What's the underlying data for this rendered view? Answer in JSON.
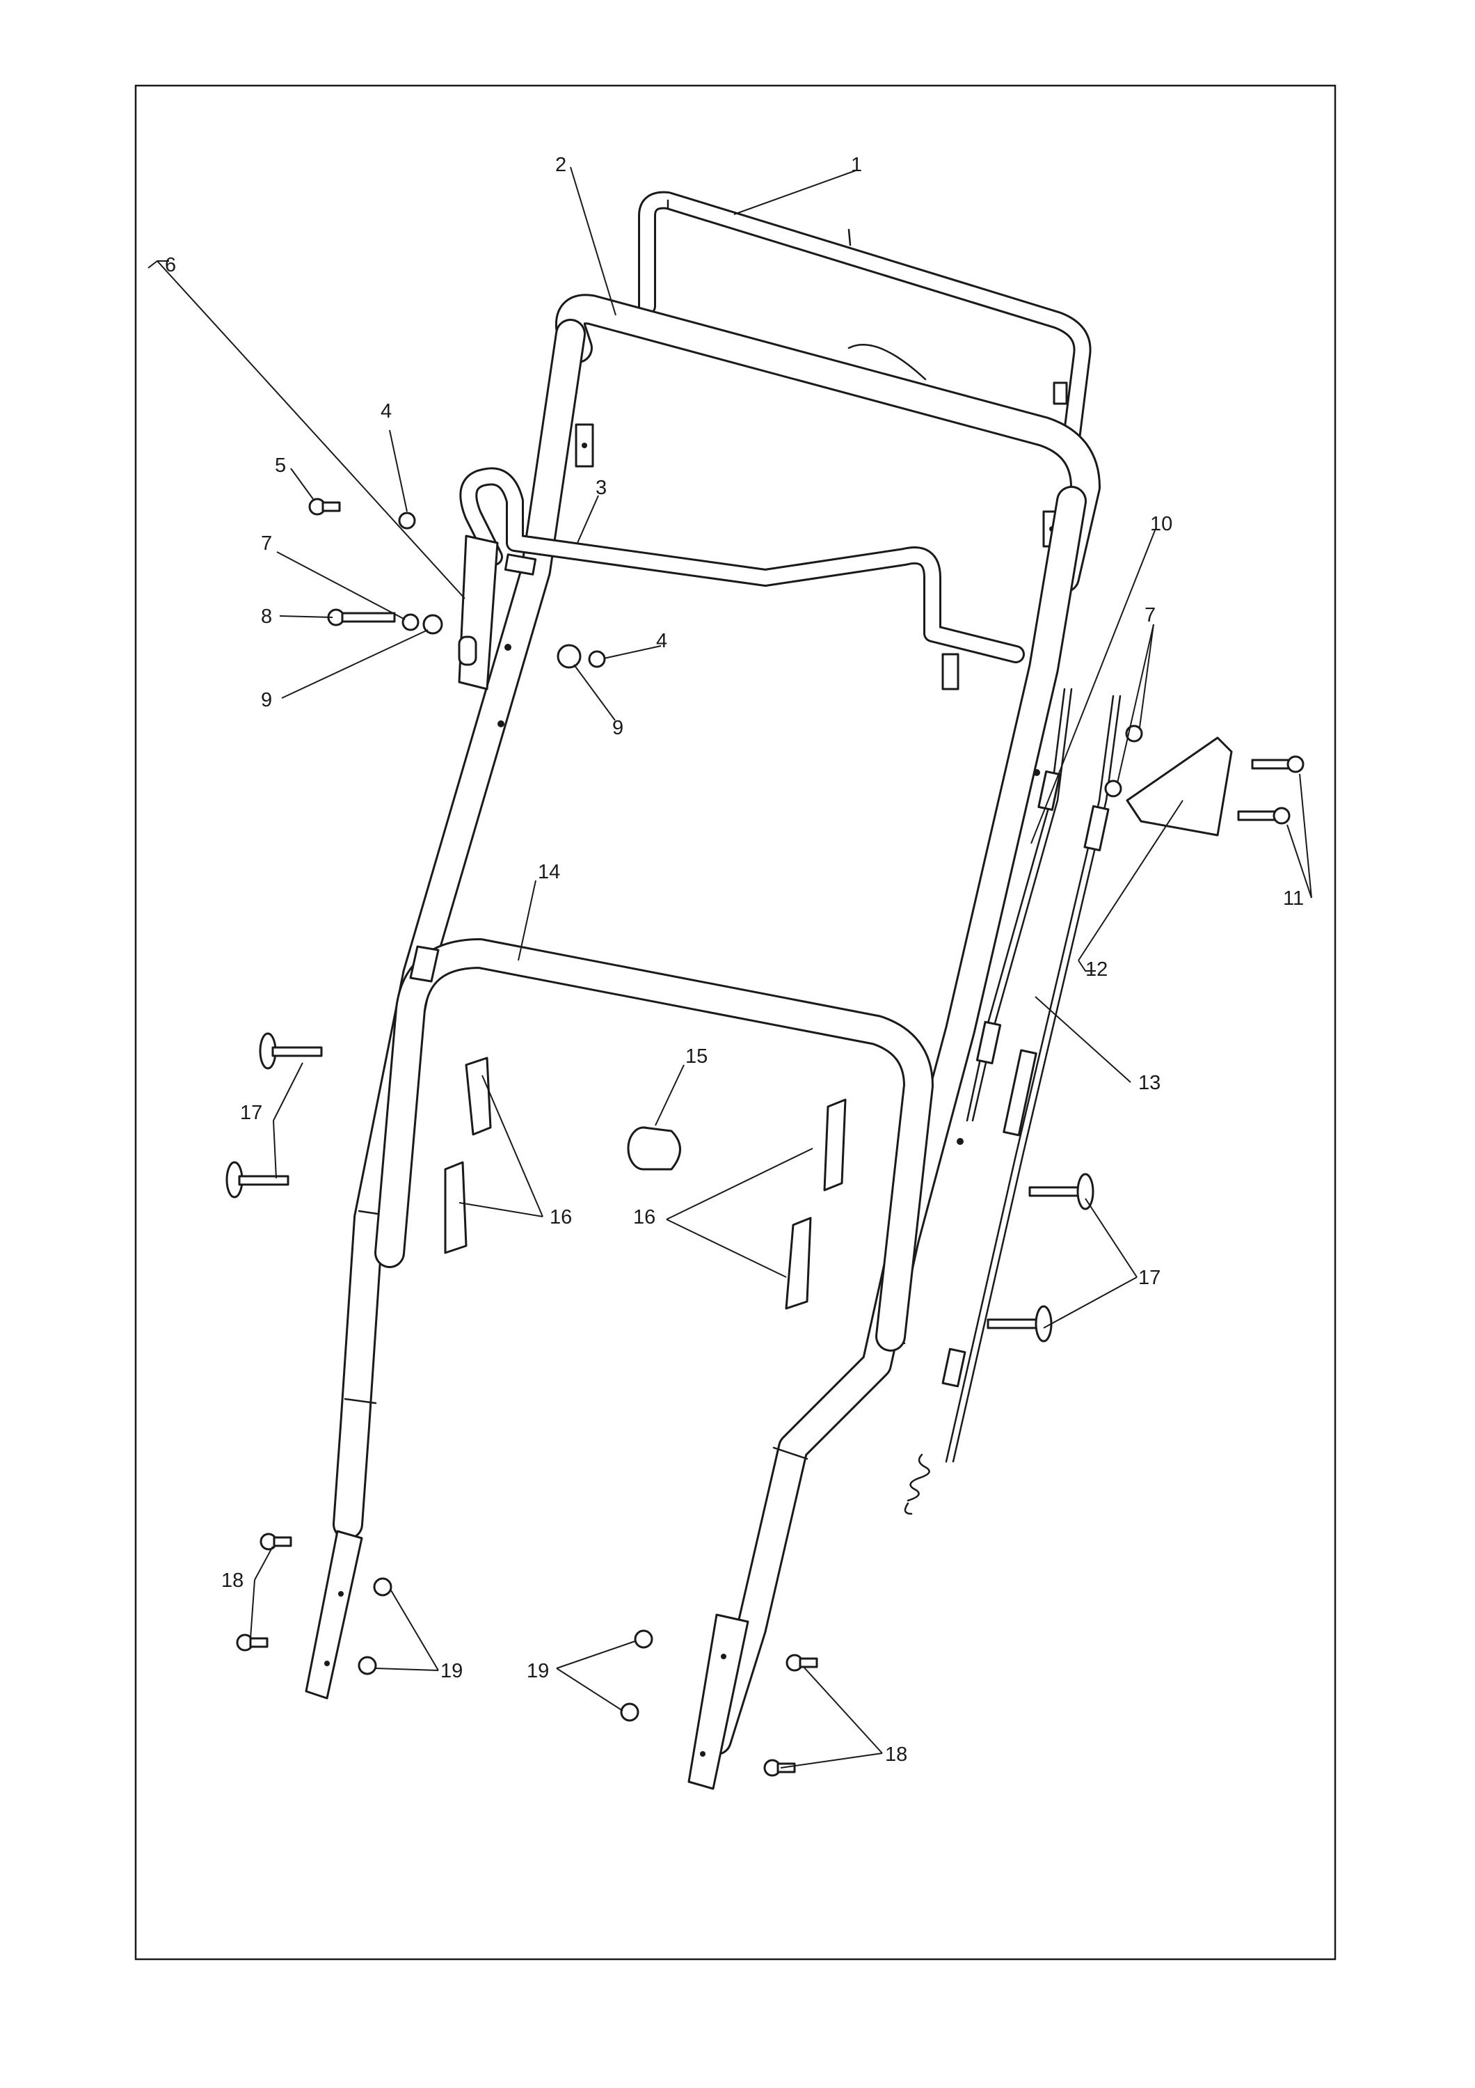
{
  "callouts": {
    "c1": "1",
    "c2": "2",
    "c3": "3",
    "c4a": "4",
    "c4b": "4",
    "c5": "5",
    "c6": "6",
    "c7a": "7",
    "c7b": "7",
    "c8": "8",
    "c9a": "9",
    "c9b": "9",
    "c10": "10",
    "c11": "11",
    "c12": "12",
    "c13": "13",
    "c14": "14",
    "c15": "15",
    "c16a": "16",
    "c16b": "16",
    "c17a": "17",
    "c17b": "17",
    "c18a": "18",
    "c18b": "18",
    "c19a": "19",
    "c19b": "19"
  }
}
